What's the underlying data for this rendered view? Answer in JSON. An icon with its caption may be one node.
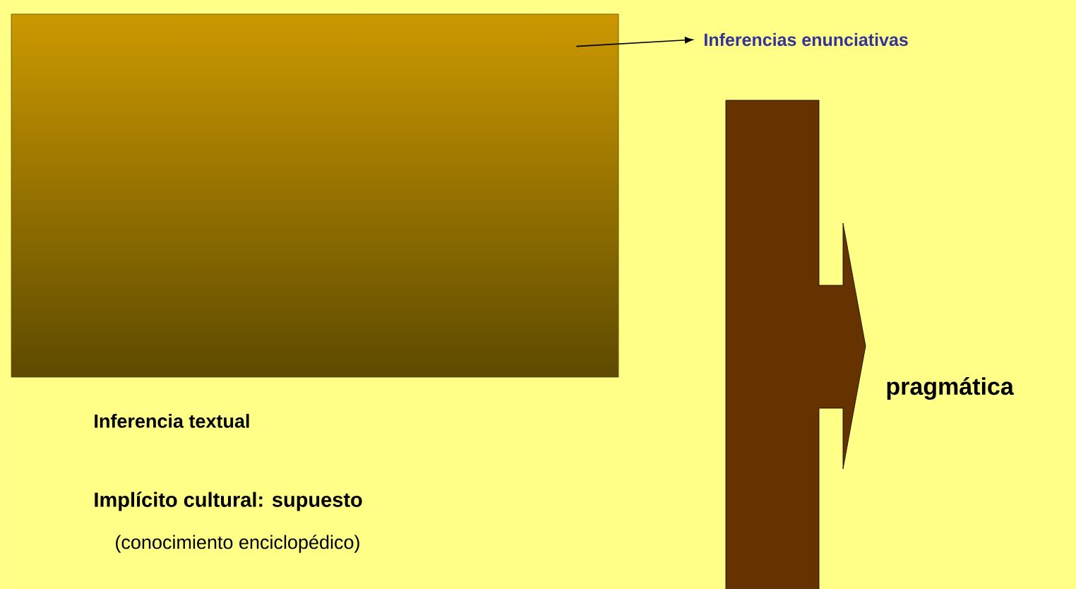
{
  "diagram": {
    "nodes": [
      {
        "text": [],
        "shape": "box"
      },
      {
        "text": [
          "Inferencias enunciativas"
        ]
      }
    ],
    "edges": [
      {
        "from": 0,
        "to": 1,
        "arrow": "to"
      }
    ],
    "labels": [
      "pragmática",
      "Inferencia textual",
      "Implícito cultural: supuesto",
      "(conocimiento enciclopédico)"
    ]
  }
}
